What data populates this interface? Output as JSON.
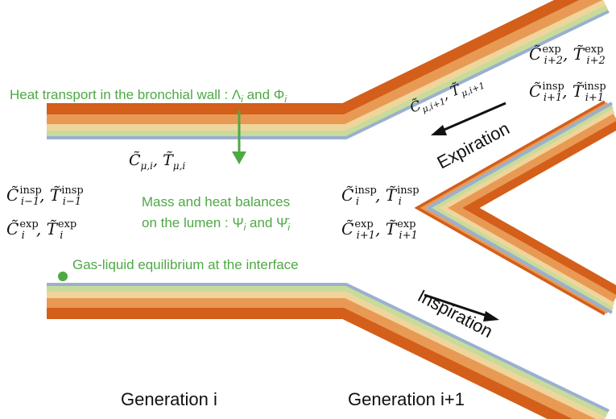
{
  "colors": {
    "wall_outer": "#d35f1a",
    "wall_mid": "#efc58a",
    "wall_inner": "#c9db9a",
    "interface": "#9ab0cf",
    "annotation_green": "#4ea944",
    "text": "#111111"
  },
  "labels": {
    "heat_transport": "Heat transport in the bronchial wall : Λ",
    "heat_transport_sub": "i",
    "heat_transport_and": " and Φ",
    "heat_transport_sub2": "i",
    "mass_heat_line1": "Mass and heat balances",
    "mass_heat_line2": "on the lumen : Ψ",
    "mass_heat_sub": "i",
    "mass_heat_and": " and Ψ̄",
    "mass_heat_sub2": "i",
    "gas_liquid": "Gas-liquid equilibrium at the interface",
    "generation_i": "Generation i",
    "generation_i1": "Generation i+1",
    "expiration": "Expiration",
    "inspiration": "Inspiration"
  },
  "math": {
    "c_mu_i": {
      "base": "C̃",
      "sub": "μ,i",
      "base2": "T̃",
      "sub2": "μ,i"
    },
    "c_mu_i1": {
      "base": "C̃",
      "sub": "μ,i+1",
      "base2": "T̃",
      "sub2": "μ,i+1"
    },
    "left_insp": {
      "base": "C̃",
      "sup": "insp",
      "sub": "i−1",
      "base2": "T̃",
      "sup2": "insp",
      "sub2": "i−1"
    },
    "left_exp": {
      "base": "C̃",
      "sup": "exp",
      "sub": "i",
      "base2": "T̃",
      "sup2": "exp",
      "sub2": "i"
    },
    "mid_insp": {
      "base": "C̃",
      "sup": "insp",
      "sub": "i",
      "base2": "T̃",
      "sup2": "insp",
      "sub2": "i"
    },
    "mid_exp": {
      "base": "C̃",
      "sup": "exp",
      "sub": "i+1",
      "base2": "T̃",
      "sup2": "exp",
      "sub2": "i+1"
    },
    "right_top_exp": {
      "base": "C̃",
      "sup": "exp",
      "sub": "i+2",
      "base2": "T̃",
      "sup2": "exp",
      "sub2": "i+2"
    },
    "right_top_insp": {
      "base": "C̃",
      "sup": "insp",
      "sub": "i+1",
      "base2": "T̃",
      "sup2": "insp",
      "sub2": "i+1"
    }
  }
}
